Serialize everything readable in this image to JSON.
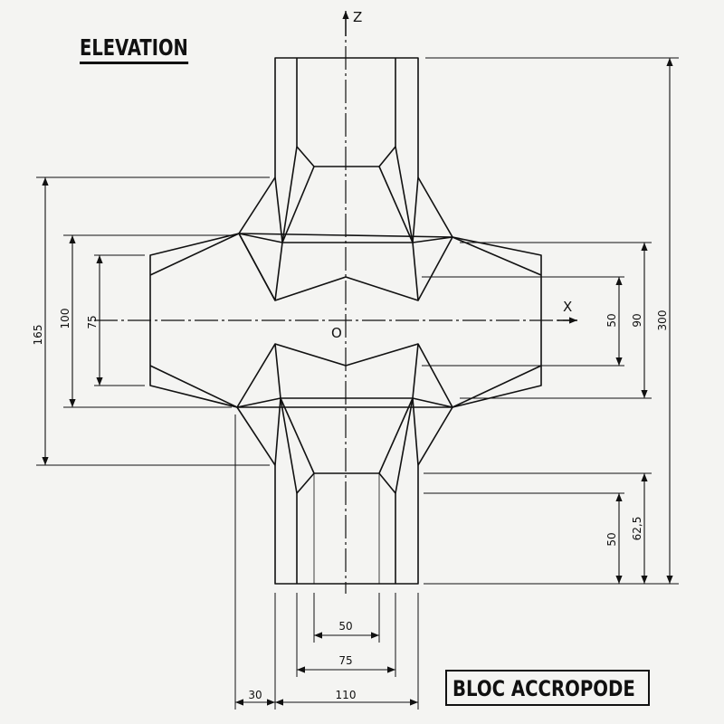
{
  "titles": {
    "view": "ELEVATION",
    "block": "BLOC ACCROPODE"
  },
  "axes": {
    "vertical": "Z",
    "horizontal": "X",
    "origin": "O"
  },
  "dimensions": {
    "left_overall": "165",
    "left_outer": "100",
    "left_inner": "75",
    "right_inner": "50",
    "right_mid": "90",
    "right_overall": "300",
    "bottom_leg": "50",
    "bottom_leg_overall": "62,5",
    "base_inner": "50",
    "base_mid": "75",
    "base_offset": "30",
    "base_width": "110"
  },
  "colors": {
    "ink": "#111111",
    "paper": "#f4f4f2"
  }
}
